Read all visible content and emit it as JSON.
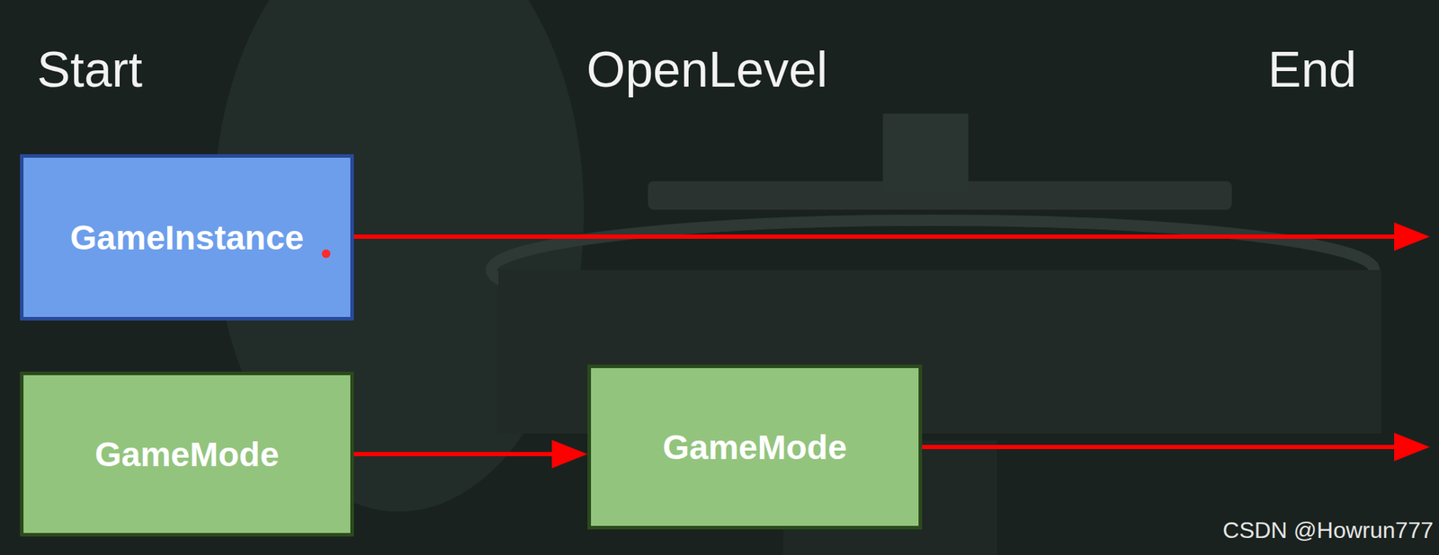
{
  "diagram": {
    "nodes": [
      {
        "text": [
          "GameInstance"
        ]
      },
      {
        "text": [
          "GameMode"
        ]
      },
      {
        "text": [
          "GameMode"
        ]
      }
    ],
    "edges": [
      {
        "from": 1,
        "to": 2,
        "arrow": "to"
      }
    ],
    "labels": [
      "Start",
      "OpenLevel",
      "End",
      "CSDN @Howrun777"
    ]
  }
}
